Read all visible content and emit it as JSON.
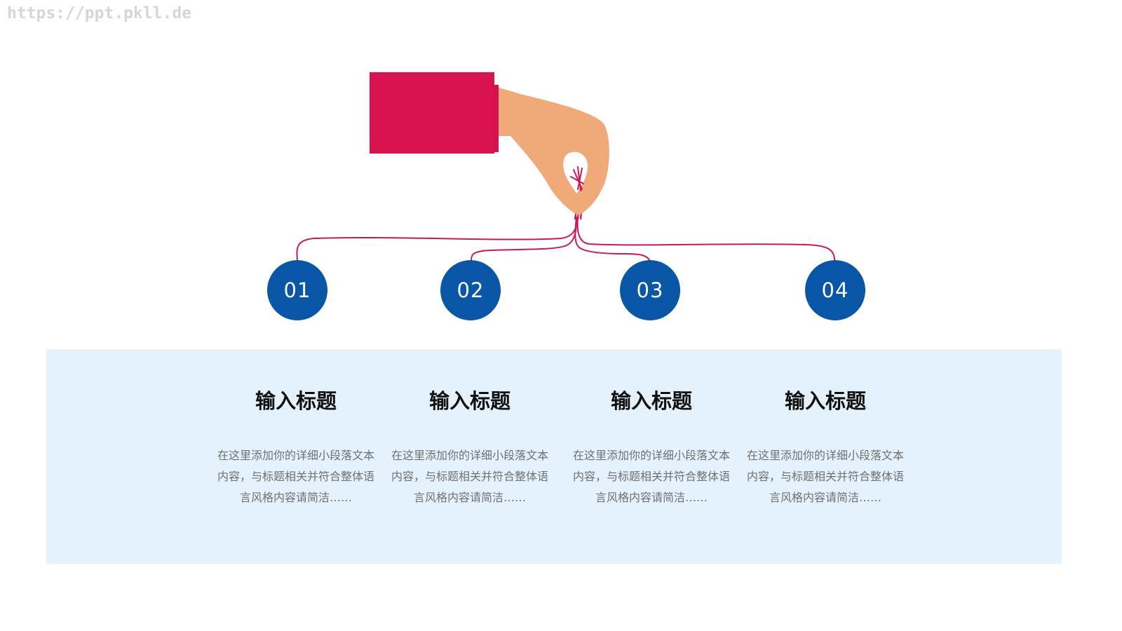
{
  "watermark": "https://ppt.pkll.de",
  "colors": {
    "sleeve": "#d8124e",
    "skin": "#f0a978",
    "string": "#c81a55",
    "circle": "#0856a5",
    "band": "#e4f2fd"
  },
  "items": [
    {
      "number": "01",
      "title": "输入标题",
      "body": "在这里添加你的详细小段落文本内容，与标题相关并符合整体语言风格内容请简洁……"
    },
    {
      "number": "02",
      "title": "输入标题",
      "body": "在这里添加你的详细小段落文本内容，与标题相关并符合整体语言风格内容请简洁……"
    },
    {
      "number": "03",
      "title": "输入标题",
      "body": "在这里添加你的详细小段落文本内容，与标题相关并符合整体语言风格内容请简洁……"
    },
    {
      "number": "04",
      "title": "输入标题",
      "body": "在这里添加你的详细小段落文本内容，与标题相关并符合整体语言风格内容请简洁……"
    }
  ]
}
